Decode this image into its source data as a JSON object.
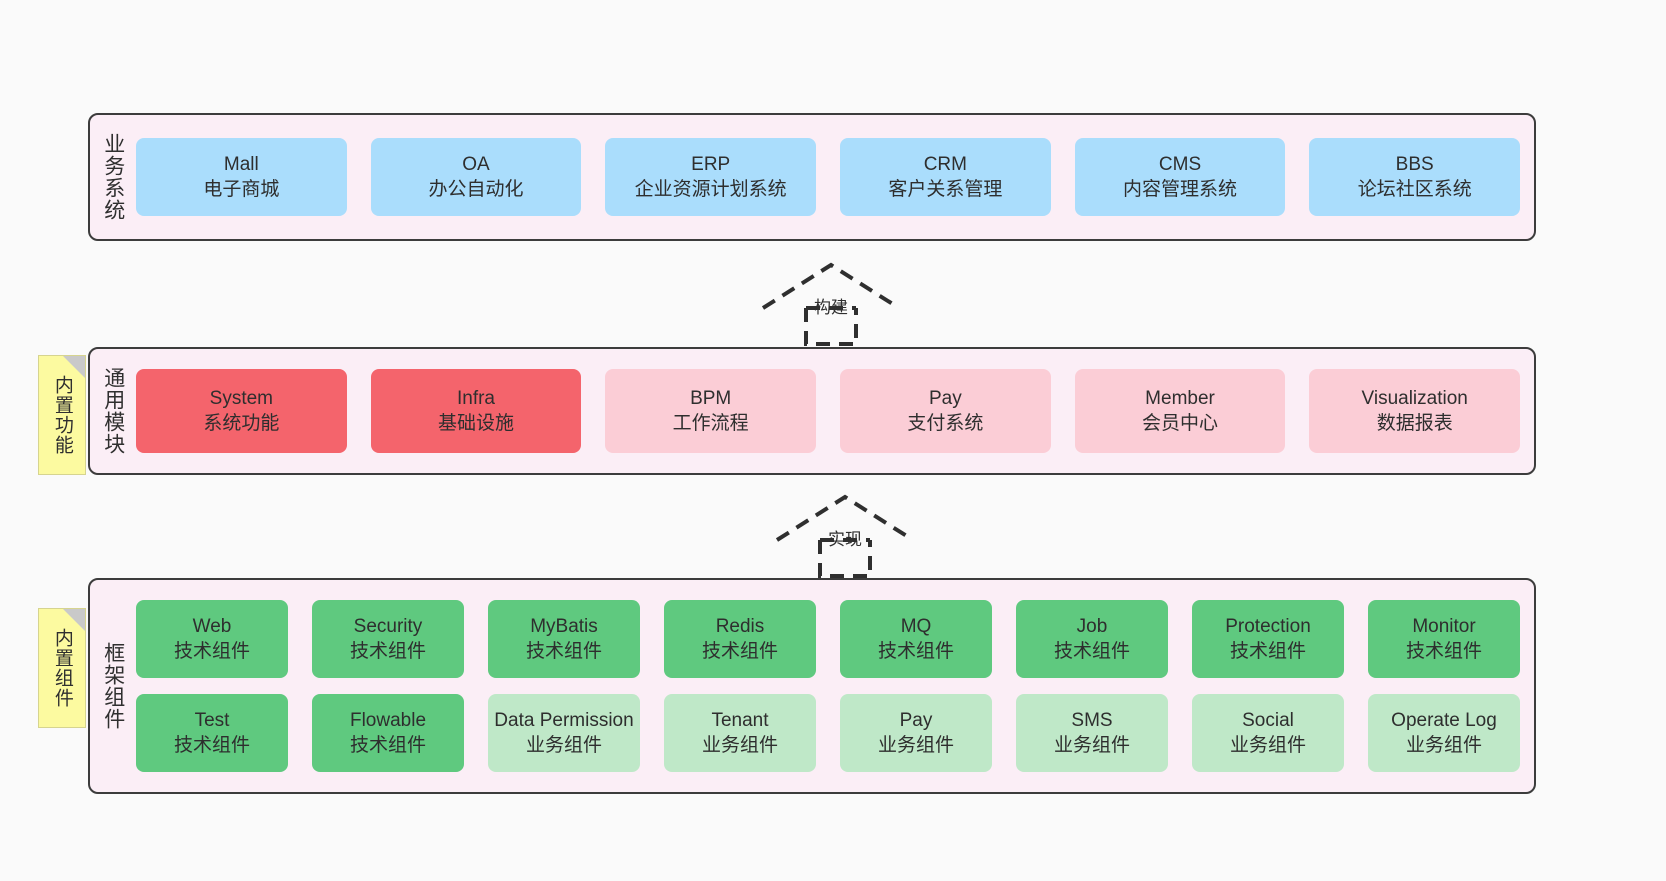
{
  "diagram": {
    "background_color": "#fafafa",
    "layer_fill": "#fbeef6",
    "layer_border": "#3c3c3c",
    "note_fill": "#fcfaa0"
  },
  "layers": [
    {
      "id": "business-system",
      "title": "业务系统",
      "note": null,
      "rows": [
        {
          "style": "biz-node",
          "nodes": [
            {
              "en": "Mall",
              "cn": "电子商城"
            },
            {
              "en": "OA",
              "cn": "办公自动化"
            },
            {
              "en": "ERP",
              "cn": "企业资源计划系统"
            },
            {
              "en": "CRM",
              "cn": "客户关系管理"
            },
            {
              "en": "CMS",
              "cn": "内容管理系统"
            },
            {
              "en": "BBS",
              "cn": "论坛社区系统"
            }
          ]
        }
      ]
    },
    {
      "id": "common-module",
      "title": "通用模块",
      "note": "内置功能",
      "rows": [
        {
          "style": "mod",
          "nodes": [
            {
              "en": "System",
              "cn": "系统功能",
              "accent": true
            },
            {
              "en": "Infra",
              "cn": "基础设施",
              "accent": true
            },
            {
              "en": "BPM",
              "cn": "工作流程",
              "accent": false
            },
            {
              "en": "Pay",
              "cn": "支付系统",
              "accent": false
            },
            {
              "en": "Member",
              "cn": "会员中心",
              "accent": false
            },
            {
              "en": "Visualization",
              "cn": "数据报表",
              "accent": false
            }
          ]
        }
      ]
    },
    {
      "id": "framework-component",
      "title": "框架组件",
      "note": "内置组件",
      "rows": [
        {
          "style": "tech-node",
          "nodes": [
            {
              "en": "Web",
              "cn": "技术组件"
            },
            {
              "en": "Security",
              "cn": "技术组件"
            },
            {
              "en": "MyBatis",
              "cn": "技术组件"
            },
            {
              "en": "Redis",
              "cn": "技术组件"
            },
            {
              "en": "MQ",
              "cn": "技术组件"
            },
            {
              "en": "Job",
              "cn": "技术组件"
            },
            {
              "en": "Protection",
              "cn": "技术组件"
            },
            {
              "en": "Monitor",
              "cn": "技术组件"
            }
          ]
        },
        {
          "style": "mixed",
          "nodes": [
            {
              "en": "Test",
              "cn": "技术组件",
              "kind": "tech"
            },
            {
              "en": "Flowable",
              "cn": "技术组件",
              "kind": "tech"
            },
            {
              "en": "Data Permission",
              "cn": "业务组件",
              "kind": "biz",
              "wrap": true
            },
            {
              "en": "Tenant",
              "cn": "业务组件",
              "kind": "biz"
            },
            {
              "en": "Pay",
              "cn": "业务组件",
              "kind": "biz"
            },
            {
              "en": "SMS",
              "cn": "业务组件",
              "kind": "biz"
            },
            {
              "en": "Social",
              "cn": "业务组件",
              "kind": "biz"
            },
            {
              "en": "Operate Log",
              "cn": "业务组件",
              "kind": "biz"
            }
          ]
        }
      ]
    }
  ],
  "connectors": [
    {
      "id": "build",
      "label": "构建"
    },
    {
      "id": "implement",
      "label": "实现"
    }
  ],
  "colors": {
    "business": "#aaddfc",
    "module_accent": "#f4646c",
    "module_light": "#fbcdd6",
    "tech_component": "#5fc97f",
    "business_component": "#bfe8c8"
  }
}
